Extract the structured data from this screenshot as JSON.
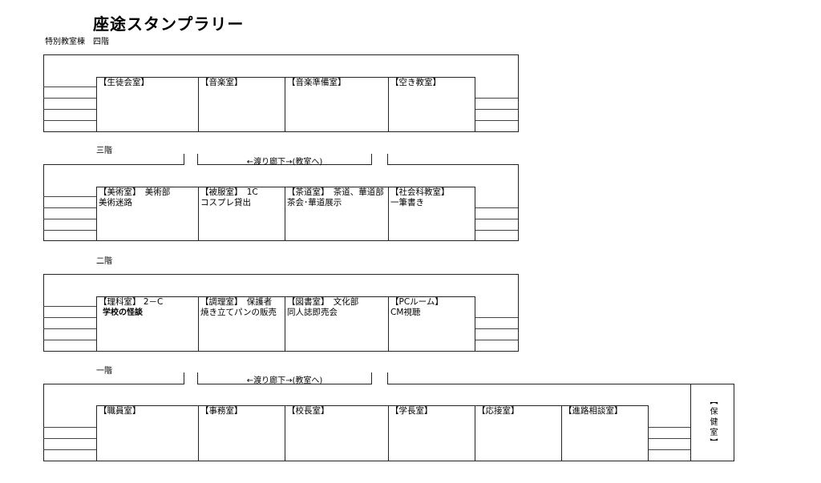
{
  "title": "座途スタンプラリー",
  "subtitle": "特別教室棟　四階",
  "corridor_label": "←渡り廊下→(教室へ)",
  "floors": {
    "f4": {
      "rooms": [
        {
          "label": "【生徒会室】",
          "text": ""
        },
        {
          "label": "【音楽室】",
          "text": ""
        },
        {
          "label": "【音楽準備室】",
          "text": ""
        },
        {
          "label": "【空き教室】",
          "text": ""
        }
      ]
    },
    "f3": {
      "label": "三階",
      "rooms": [
        {
          "label": "【美術室】　美術部",
          "text": "美術迷路"
        },
        {
          "label": "【被服室】　1C",
          "text": "コスプレ貸出"
        },
        {
          "label": "【茶道室】　茶道、華道部",
          "text": "茶会･華道展示"
        },
        {
          "label": "【社会科教室】",
          "text": "一筆書き"
        }
      ]
    },
    "f2": {
      "label": "二階",
      "rooms": [
        {
          "label": "【理科室】 2－C",
          "text": "学校の怪談"
        },
        {
          "label": "【調理室】　保護者",
          "text": "焼き立てパンの販売"
        },
        {
          "label": "【図書室】　文化部",
          "text": "同人誌即売会"
        },
        {
          "label": "【PCルーム】",
          "text": "CM視聴"
        }
      ]
    },
    "f1": {
      "label": "一階",
      "rooms": [
        {
          "label": "【職員室】"
        },
        {
          "label": "【事務室】"
        },
        {
          "label": "【校長室】"
        },
        {
          "label": "【学長室】"
        },
        {
          "label": "【応接室】"
        },
        {
          "label": "【進路相談室】"
        }
      ],
      "health_room": "【保健室】"
    }
  }
}
